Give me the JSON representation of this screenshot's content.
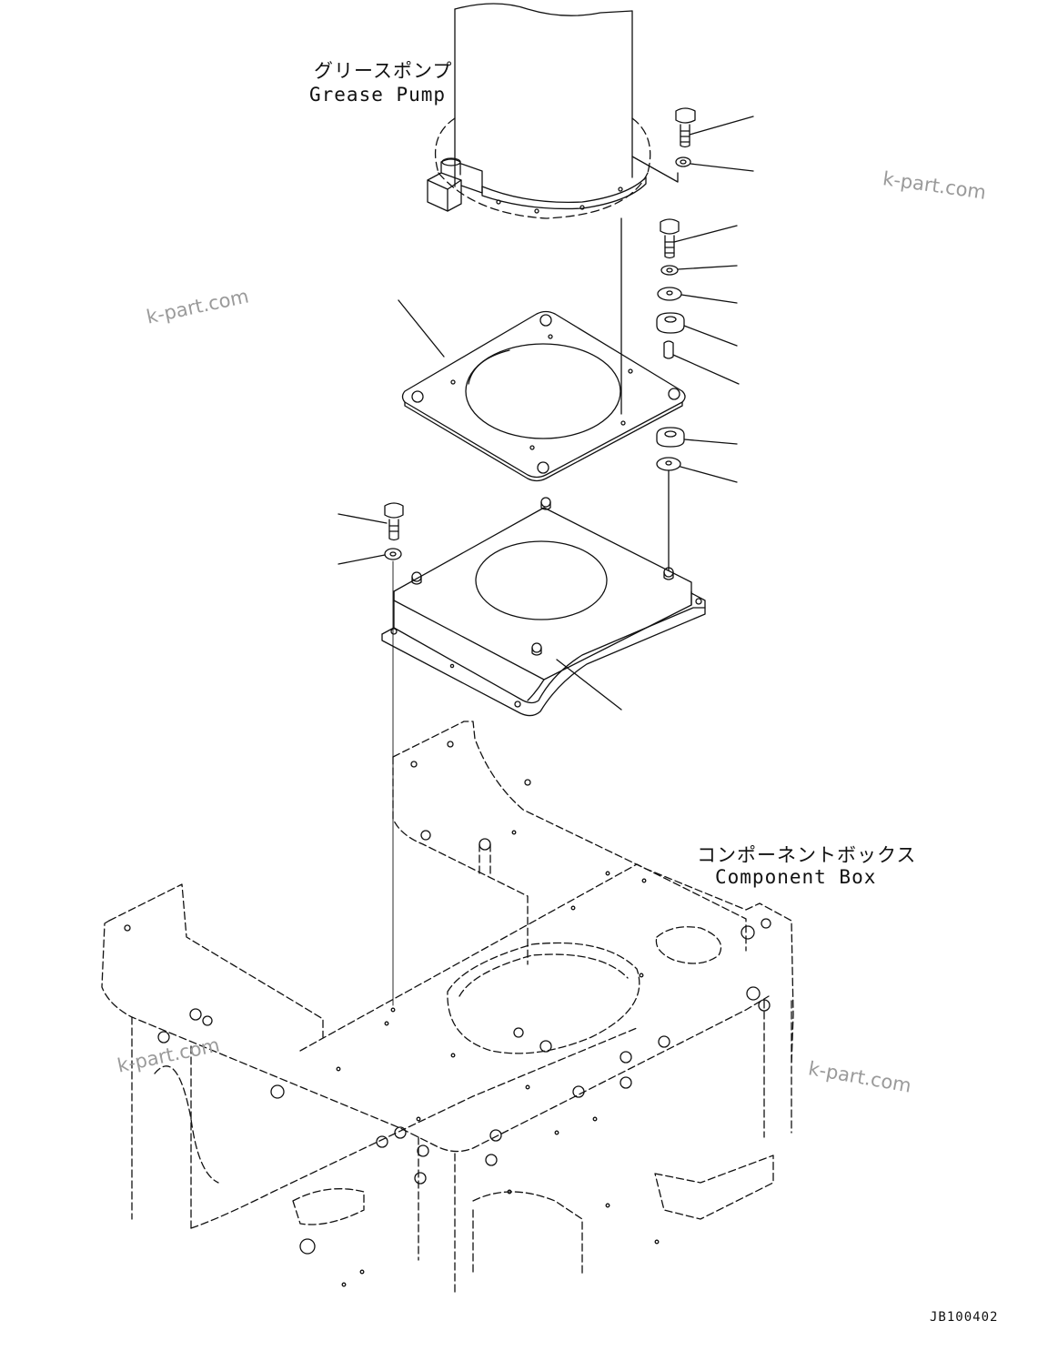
{
  "labels": {
    "grease_pump_jp": "グリースポンプ",
    "grease_pump_en": "Grease Pump",
    "component_box_jp": "コンポーネントボックス",
    "component_box_en": "Component Box"
  },
  "watermarks": [
    "k-part.com",
    "k-part.com",
    "k-part.com",
    "k-part.com"
  ],
  "drawing_code": "JB100402",
  "colors": {
    "line": "#111111",
    "watermark": "#9a9a9a",
    "background": "#ffffff"
  }
}
